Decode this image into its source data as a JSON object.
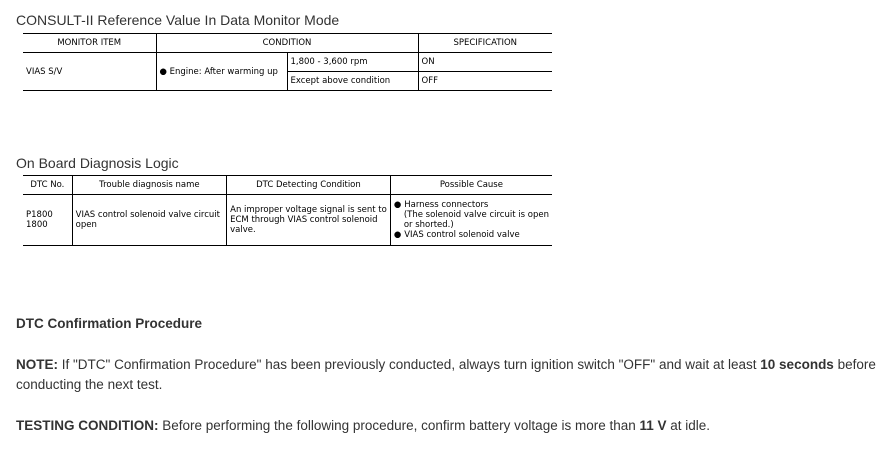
{
  "section1": {
    "title": "CONSULT-II Reference Value In Data Monitor Mode",
    "headers": [
      "MONITOR ITEM",
      "CONDITION",
      "SPECIFICATION"
    ],
    "item": "VIAS S/V",
    "condition_main": "Engine: After warming up",
    "rows": [
      {
        "condition": "1,800 - 3,600 rpm",
        "spec": "ON"
      },
      {
        "condition": "Except above condition",
        "spec": "OFF"
      }
    ]
  },
  "section2": {
    "title": "On Board Diagnosis Logic",
    "headers": [
      "DTC No.",
      "Trouble diagnosis name",
      "DTC Detecting Condition",
      "Possible Cause"
    ],
    "row": {
      "dtc_lines": [
        "P1800",
        "1800"
      ],
      "name_lines": [
        "VIAS control solenoid valve circuit",
        "open"
      ],
      "condition_lines": [
        "An improper voltage signal is sent to",
        "ECM through VIAS control solenoid",
        "valve."
      ],
      "cause_1": "Harness connectors",
      "cause_1_sub": [
        "(The solenoid valve circuit is open",
        "or shorted.)"
      ],
      "cause_2": "VIAS control solenoid valve"
    }
  },
  "procedure": {
    "heading": "DTC Confirmation Procedure",
    "note_label": "NOTE:",
    "note_text_1": " If \"DTC\" Confirmation Procedure\" has been previously conducted, always turn ignition switch \"OFF\" and wait at least ",
    "note_bold": "10 seconds",
    "note_text_2": " before conducting the next test.",
    "testing_label": "TESTING CONDITION:",
    "testing_text_1": " Before performing the following procedure, confirm battery voltage is more than ",
    "testing_bold": "11 V",
    "testing_text_2": " at idle."
  }
}
